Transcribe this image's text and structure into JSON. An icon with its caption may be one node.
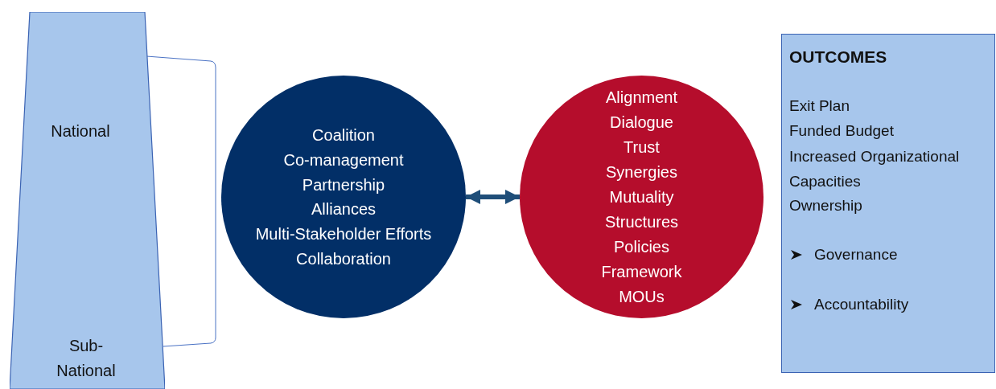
{
  "diagram": {
    "nodes": [
      {
        "text": [
          "National",
          "Sub- National"
        ]
      },
      {
        "text": [
          "Coalition",
          "Co-management",
          "Partnership",
          "Alliances",
          "Multi-Stakeholder Efforts",
          "Collaboration"
        ]
      },
      {
        "text": [
          "Alignment",
          "Dialogue",
          "Trust",
          "Synergies",
          "Mutuality",
          "Structures",
          "Policies",
          "Framework",
          "MOUs"
        ]
      },
      {
        "text": [
          "OUTCOMES",
          "Exit Plan",
          "Funded Budget",
          "Increased Organizational Capacities",
          "Ownership",
          "Governance",
          "Accountability"
        ]
      }
    ],
    "edges": [
      {
        "from": 1,
        "to": 2,
        "arrow": "both",
        "color": "#1f4e79"
      }
    ]
  }
}
